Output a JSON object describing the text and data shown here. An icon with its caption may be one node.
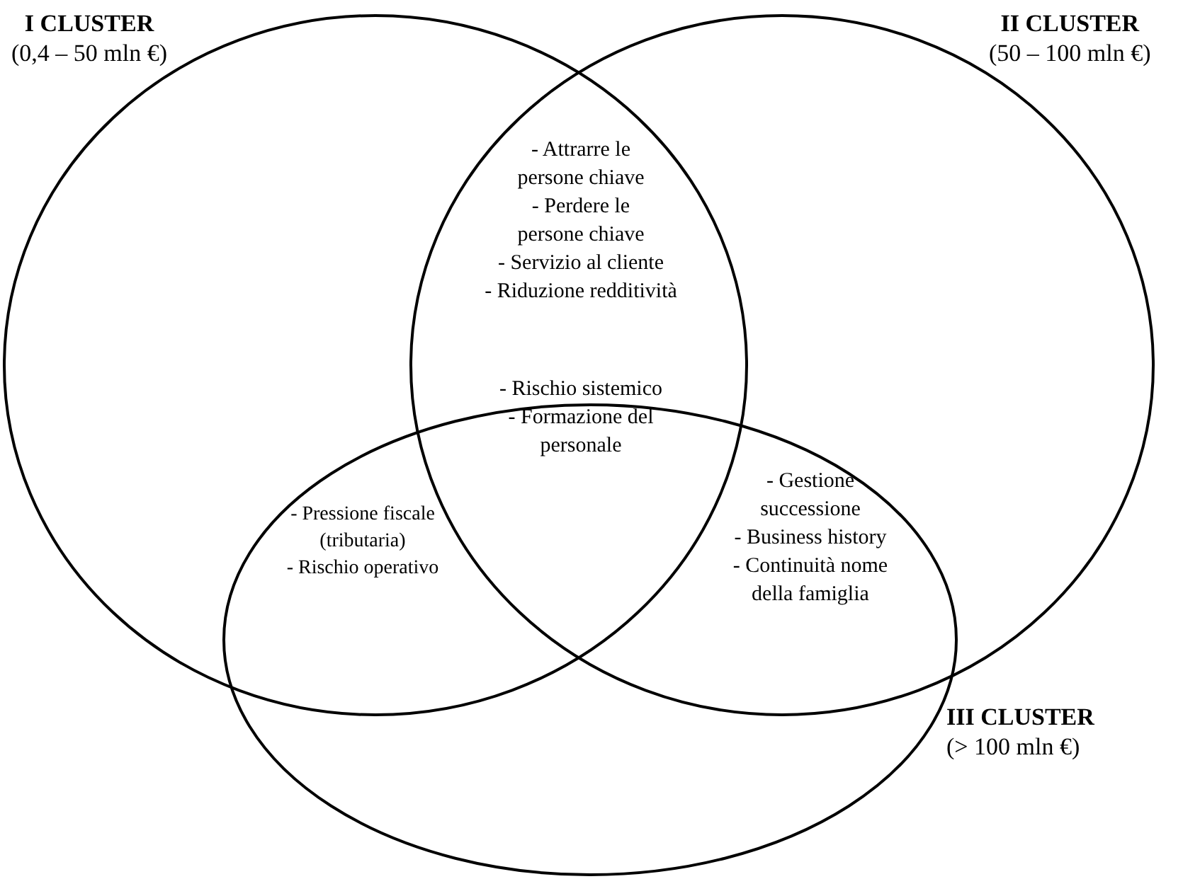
{
  "diagram": {
    "nodes": [
      {
        "text": [
          "I CLUSTER",
          "(0,4 – 50 mln €)"
        ]
      },
      {
        "text": [
          "II CLUSTER",
          "(50 – 100 mln €)"
        ]
      },
      {
        "text": [
          "III CLUSTER",
          "(> 100 mln €)"
        ]
      }
    ],
    "labels": [
      "- Attrarre le persone chiave",
      "- Perdere le persone chiave",
      "- Servizio al cliente",
      "- Riduzione redditività",
      "- Rischio sistemico",
      "- Formazione del personale",
      "- Pressione fiscale (tributaria)",
      "- Rischio operativo",
      "- Gestione successione",
      "- Business history",
      "- Continuità nome della famiglia"
    ]
  }
}
